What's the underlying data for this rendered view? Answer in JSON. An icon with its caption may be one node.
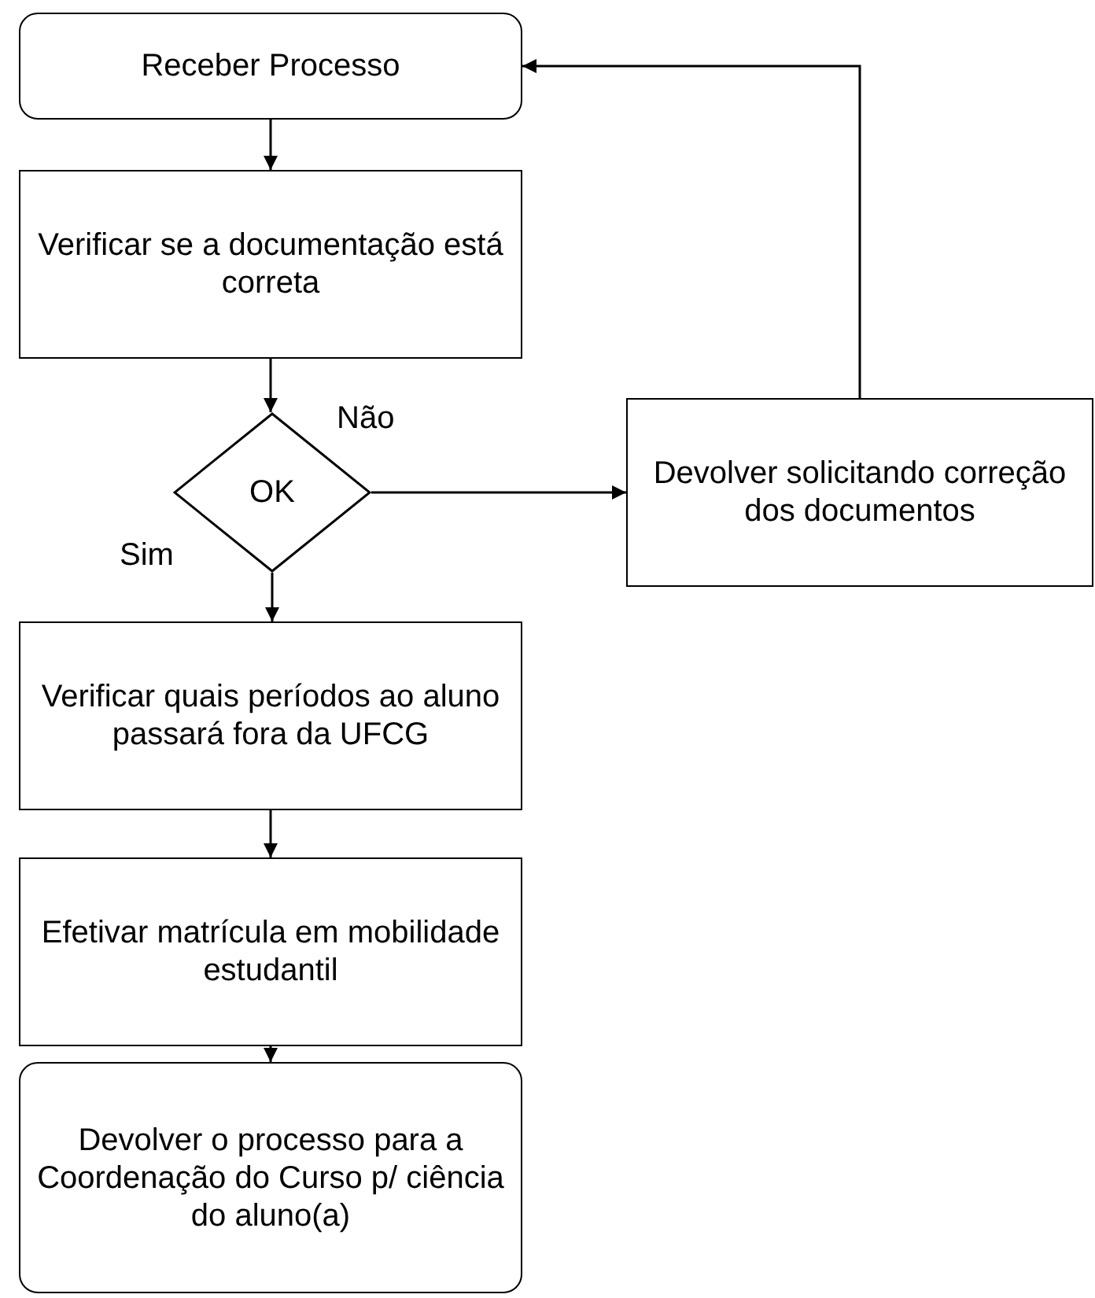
{
  "diagram": {
    "nodes": [
      {
        "text": [
          "Receber Processo"
        ]
      },
      {
        "text": [
          "Verificar se a documentação está correta"
        ]
      },
      {
        "text": [
          "OK"
        ]
      },
      {
        "text": [
          "Devolver solicitando correção dos documentos"
        ]
      },
      {
        "text": [
          "Verificar quais períodos ao aluno passará fora da UFCG"
        ]
      },
      {
        "text": [
          "Efetivar matrícula em mobilidade estudantil"
        ]
      },
      {
        "text": [
          "Devolver o processo para a Coordenação do Curso p/ ciência do aluno(a)"
        ]
      }
    ],
    "edges": [
      {
        "from": 0,
        "to": 1,
        "arrow": "to"
      },
      {
        "from": 1,
        "to": 2,
        "arrow": "to"
      },
      {
        "from": 2,
        "to": 3,
        "arrow": "to",
        "label": "Não"
      },
      {
        "from": 2,
        "to": 4,
        "arrow": "to",
        "label": "Sim"
      },
      {
        "from": 3,
        "to": 0,
        "arrow": "to"
      },
      {
        "from": 4,
        "to": 5,
        "arrow": "to"
      },
      {
        "from": 5,
        "to": 6,
        "arrow": "to"
      }
    ]
  }
}
